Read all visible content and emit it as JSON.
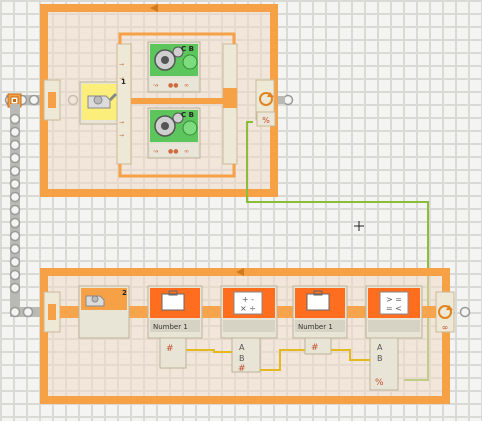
{
  "canvas": {
    "accent": "#f7a146",
    "beam_color": "#a8a8a6",
    "wire_color": "#8bbd3b",
    "wire_alt_color": "#e3b820"
  },
  "top_loop": {
    "switch_label": "1",
    "motor_upper": {
      "ports": "C B",
      "icon": "gears-icon"
    },
    "motor_lower": {
      "ports": "C B",
      "icon": "gears-icon"
    }
  },
  "bottom_loop": {
    "switch_label": "2",
    "variable_1": {
      "label": "Number 1",
      "icon": "suitcase-icon"
    },
    "math": {
      "icon": "plus-minus-times-divide-icon"
    },
    "variable_2": {
      "label": "Number 1",
      "icon": "suitcase-icon"
    },
    "compare": {
      "icon": "compare-icon"
    }
  },
  "cursor": {
    "icon": "crosshair-cursor-icon"
  }
}
